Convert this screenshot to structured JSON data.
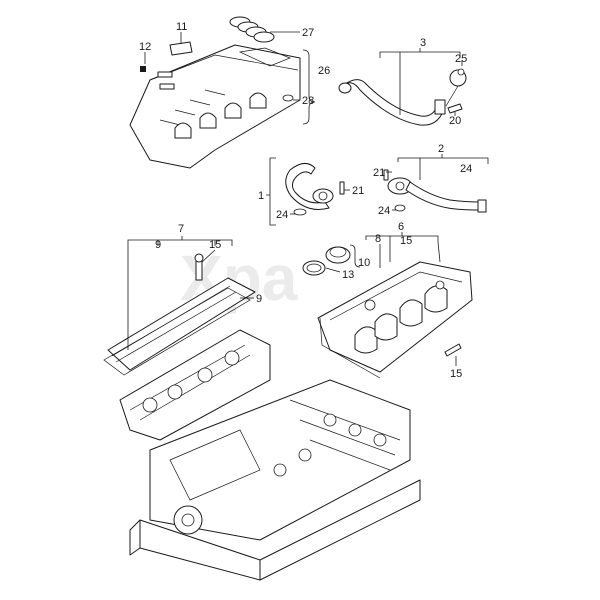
{
  "diagram": {
    "watermark": "Xpa",
    "callouts": {
      "c1": "1",
      "c2": "2",
      "c3": "3",
      "c6": "6",
      "c7": "7",
      "c8": "8",
      "c9a": "9",
      "c9b": "9",
      "c10": "10",
      "c11": "11",
      "c12": "12",
      "c13": "13",
      "c15a": "15",
      "c15b": "15",
      "c15c": "15",
      "c20": "20",
      "c21a": "21",
      "c21b": "21",
      "c24a": "24",
      "c24b": "24",
      "c24c": "24",
      "c25": "25",
      "c26": "26",
      "c27": "27",
      "c28": "28"
    }
  }
}
